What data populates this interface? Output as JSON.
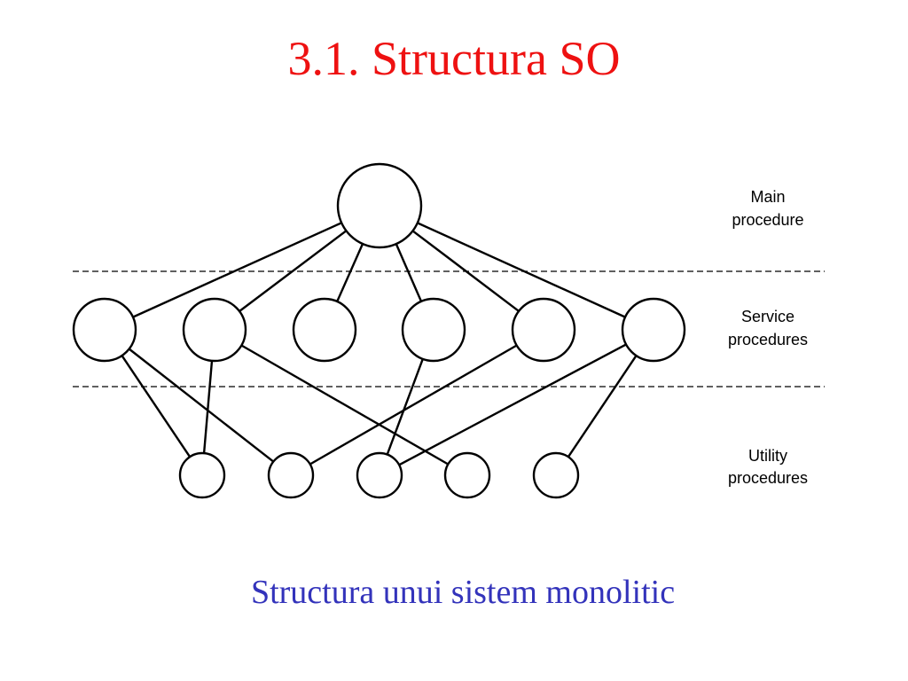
{
  "title": "3.1. Structura SO",
  "caption": "Structura unui sistem monolitic",
  "colors": {
    "title": "#ee1111",
    "caption": "#3333bb",
    "lines": "#000000"
  },
  "diagram": {
    "levels": [
      {
        "id": "main",
        "label_lines": [
          "Main",
          "procedure"
        ],
        "node_count": 1
      },
      {
        "id": "service",
        "label_lines": [
          "Service",
          "procedures"
        ],
        "node_count": 6
      },
      {
        "id": "utility",
        "label_lines": [
          "Utility",
          "procedures"
        ],
        "node_count": 5
      }
    ],
    "edges": {
      "main_to_service": [
        0,
        1,
        2,
        3,
        4,
        5
      ],
      "service_to_utility": [
        [
          0,
          0
        ],
        [
          0,
          1
        ],
        [
          1,
          0
        ],
        [
          1,
          3
        ],
        [
          3,
          2
        ],
        [
          4,
          1
        ],
        [
          5,
          2
        ],
        [
          5,
          4
        ]
      ]
    }
  }
}
